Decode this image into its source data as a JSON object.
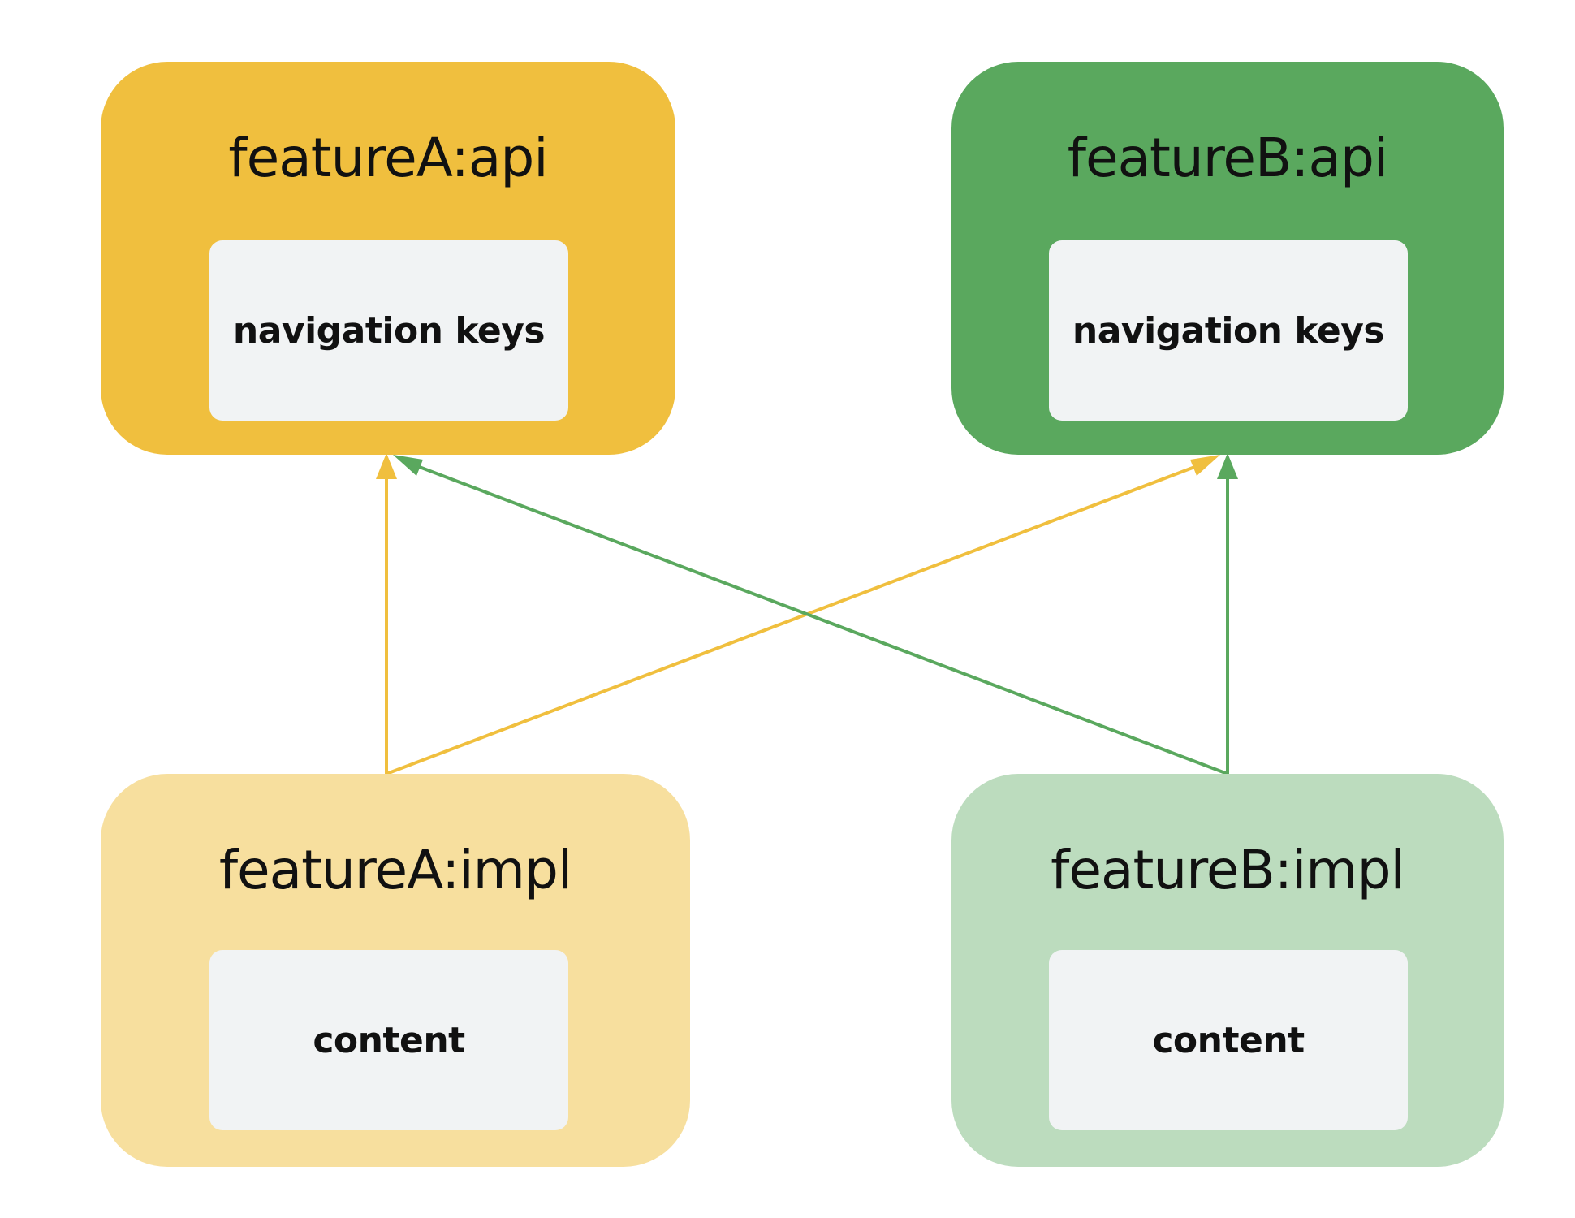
{
  "colors": {
    "featureA_api_fill": "#f0bf3e",
    "featureB_api_fill": "#5aa85e",
    "featureA_impl_fill": "#f7df9e",
    "featureB_impl_fill": "#bcdcbe",
    "inner_box_fill": "#f1f3f4",
    "featureA_arrow": "#f0bf3e",
    "featureB_arrow": "#5aa85e"
  },
  "modules": {
    "featureA_api": {
      "title": "featureA:api",
      "inner_label": "navigation keys"
    },
    "featureB_api": {
      "title": "featureB:api",
      "inner_label": "navigation keys"
    },
    "featureA_impl": {
      "title": "featureA:impl",
      "inner_label": "content"
    },
    "featureB_impl": {
      "title": "featureB:impl",
      "inner_label": "content"
    }
  },
  "arrows": [
    {
      "from": "featureA:impl",
      "to": "featureA:api",
      "color": "featureA_arrow"
    },
    {
      "from": "featureA:impl",
      "to": "featureB:api",
      "color": "featureA_arrow"
    },
    {
      "from": "featureB:impl",
      "to": "featureB:api",
      "color": "featureB_arrow"
    },
    {
      "from": "featureB:impl",
      "to": "featureA:api",
      "color": "featureB_arrow"
    }
  ]
}
